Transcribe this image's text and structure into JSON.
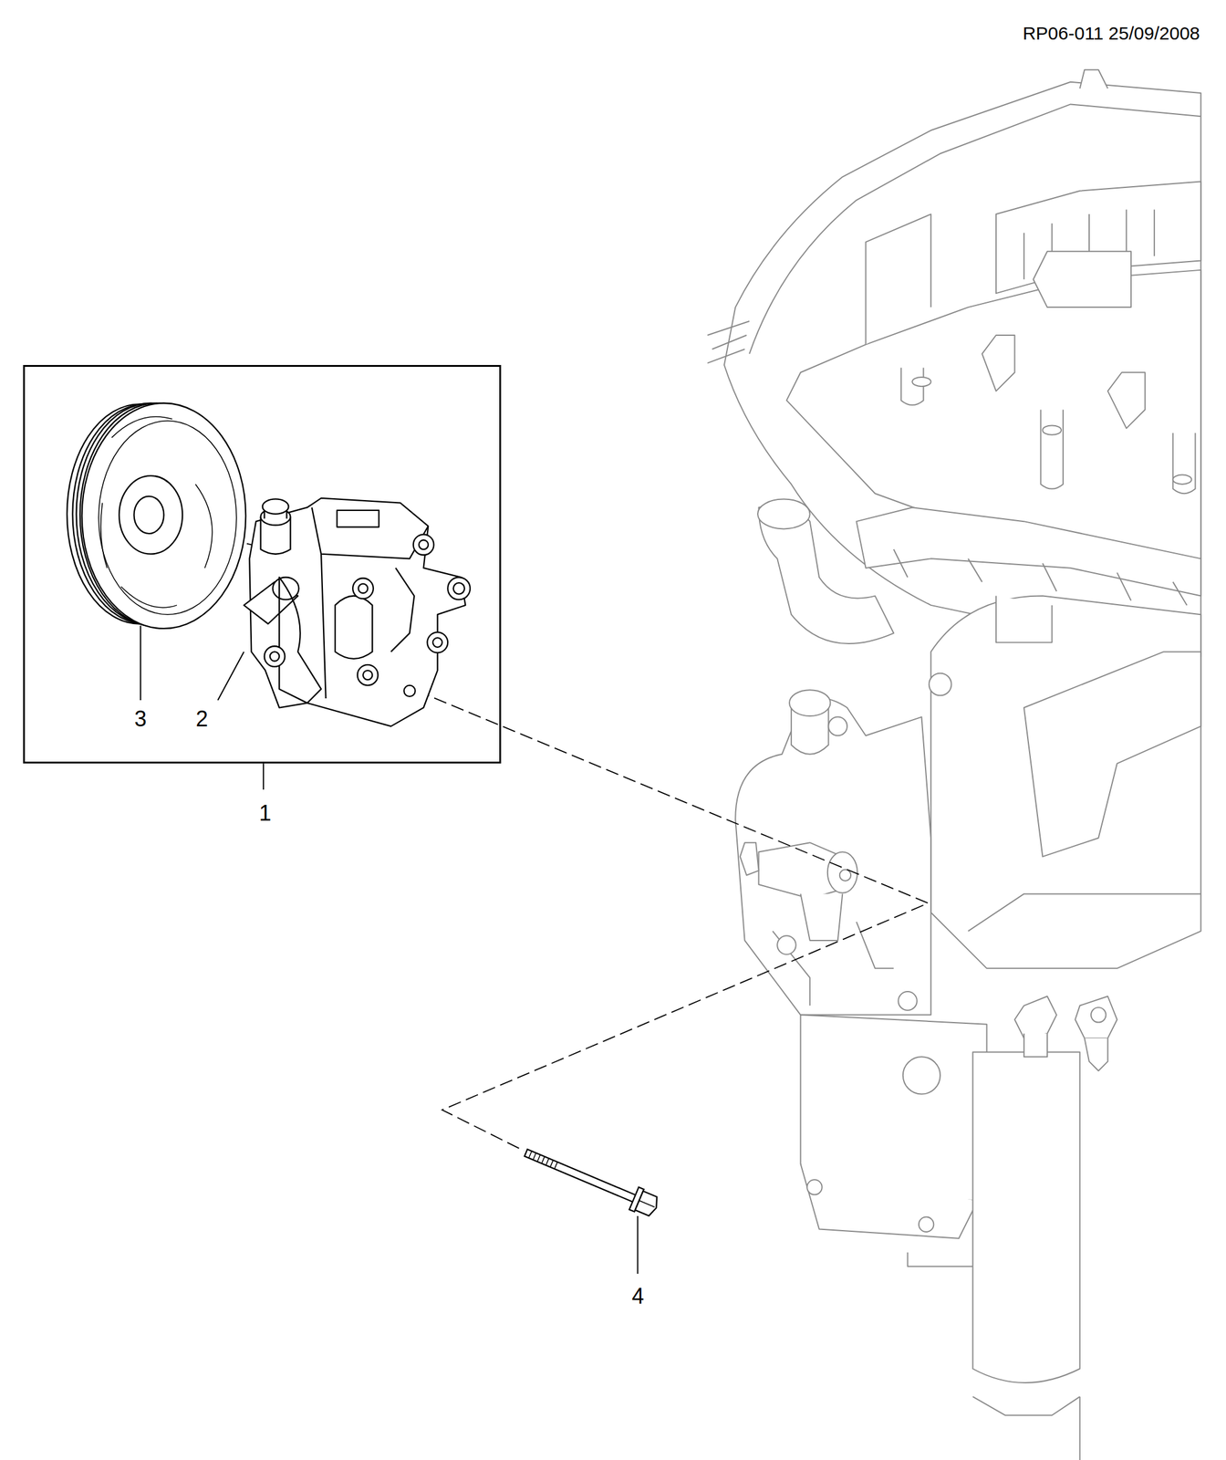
{
  "diagram": {
    "nodes": [
      {
        "text": [
          "1"
        ]
      }
    ],
    "labels": [
      "RP06-011 25/09/2008",
      "3",
      "2",
      "4"
    ]
  }
}
